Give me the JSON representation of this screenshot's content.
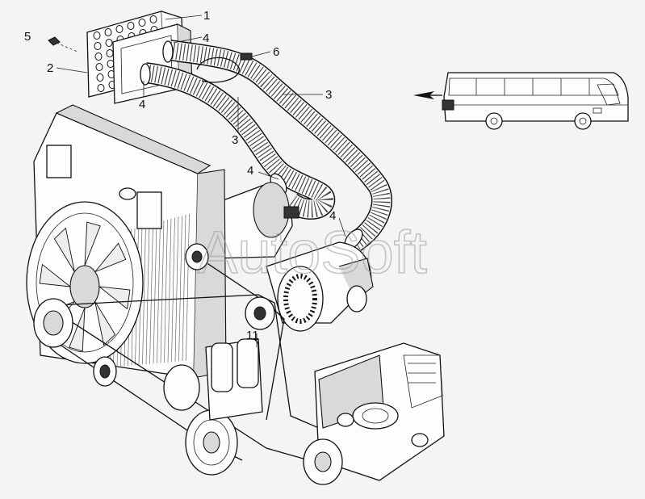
{
  "callouts": {
    "c1": "1",
    "c2": "2",
    "c3a": "3",
    "c3b": "3",
    "c4a": "4",
    "c4b": "4",
    "c4c": "4",
    "c4d": "4",
    "c5": "5",
    "c6": "6",
    "c11": "11"
  },
  "watermark": "AutoSoft",
  "icons": {
    "location_arrow": "arrow-right-icon",
    "bus": "bus-icon"
  },
  "colors": {
    "ink": "#111111",
    "paper": "#f4f4f4",
    "watermark": "#9a9a9a"
  }
}
